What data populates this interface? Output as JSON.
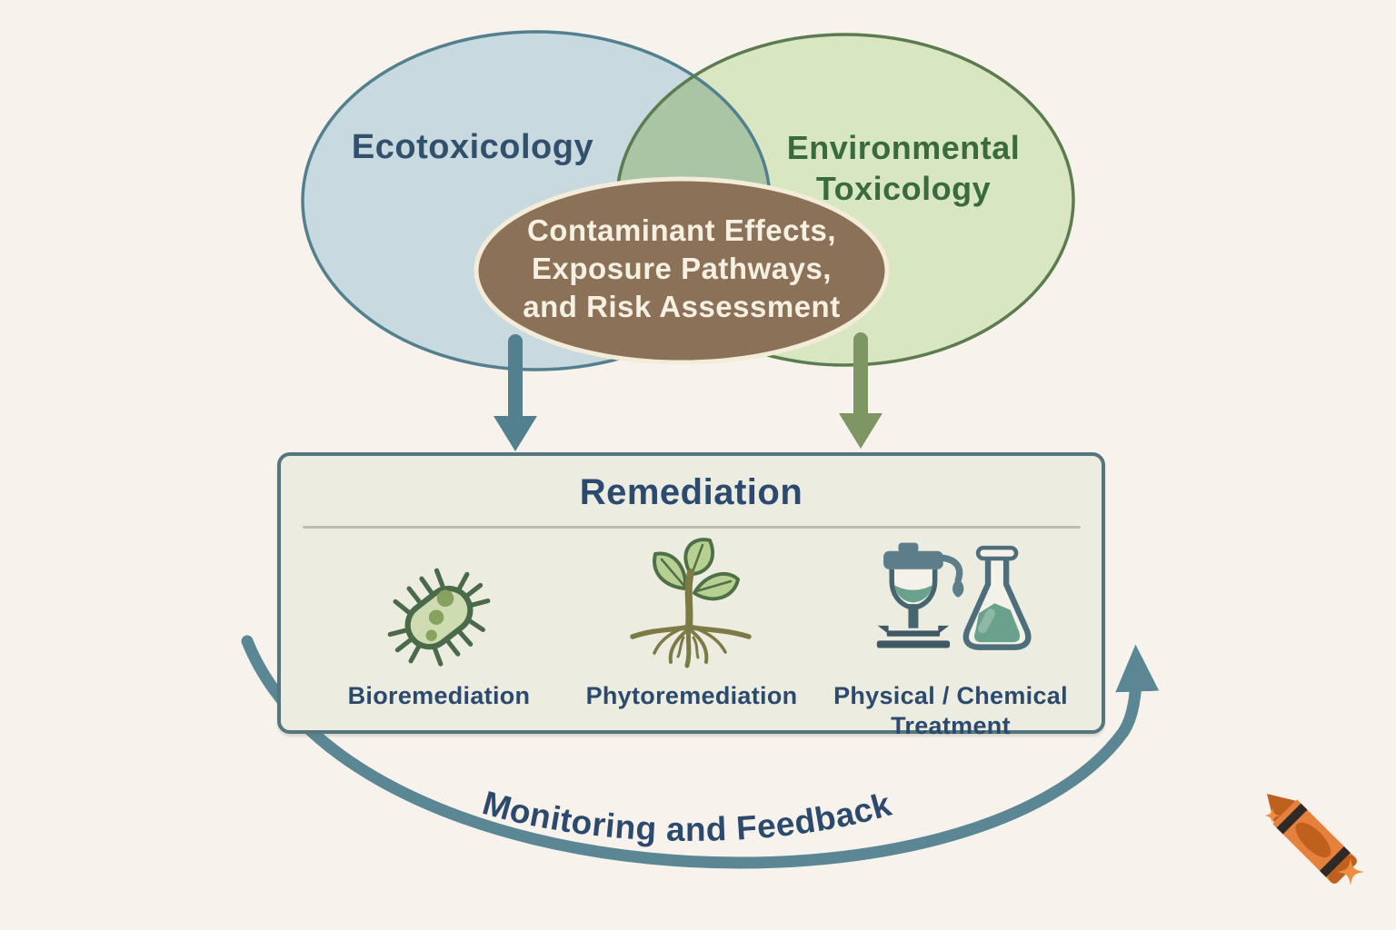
{
  "venn": {
    "left": {
      "label": "Ecotoxicology"
    },
    "right": {
      "label_line1": "Environmental",
      "label_line2": "Toxicology"
    },
    "intersection": {
      "line1": "Contaminant Effects,",
      "line2": "Exposure Pathways,",
      "line3": "and Risk Assessment"
    }
  },
  "remediation_box": {
    "title": "Remediation",
    "items": [
      {
        "icon": "bacteria-icon",
        "label": "Bioremediation"
      },
      {
        "icon": "plant-roots-icon",
        "label": "Phytoremediation"
      },
      {
        "icon": "lab-equipment-icon",
        "label": "Physical / Chemical Treatment"
      }
    ]
  },
  "feedback_loop": {
    "label": "Monitoring and Feedback"
  },
  "branding": {
    "logo": "crayon-logo"
  },
  "colors": {
    "background": "#f7f3ec",
    "eco_circle_fill": "#c8d9df",
    "eco_circle_border": "#53808f",
    "env_circle_fill": "#d9e6c2",
    "env_circle_border": "#5c7c50",
    "overlap_fill": "#a9c5a4",
    "center_ellipse_fill": "#8a7157",
    "center_ellipse_border": "#f2ecd9",
    "navy_text": "#2c4a6e",
    "green_text": "#3a6b40",
    "cream_text": "#f5f0e1",
    "left_arrow": "#53808f",
    "right_arrow": "#7e9663",
    "box_fill": "#ecece0",
    "box_border": "#56757d",
    "divider": "#bdbdb0",
    "loop_arrow": "#5b8794",
    "crayon_orange": "#e5813c"
  }
}
